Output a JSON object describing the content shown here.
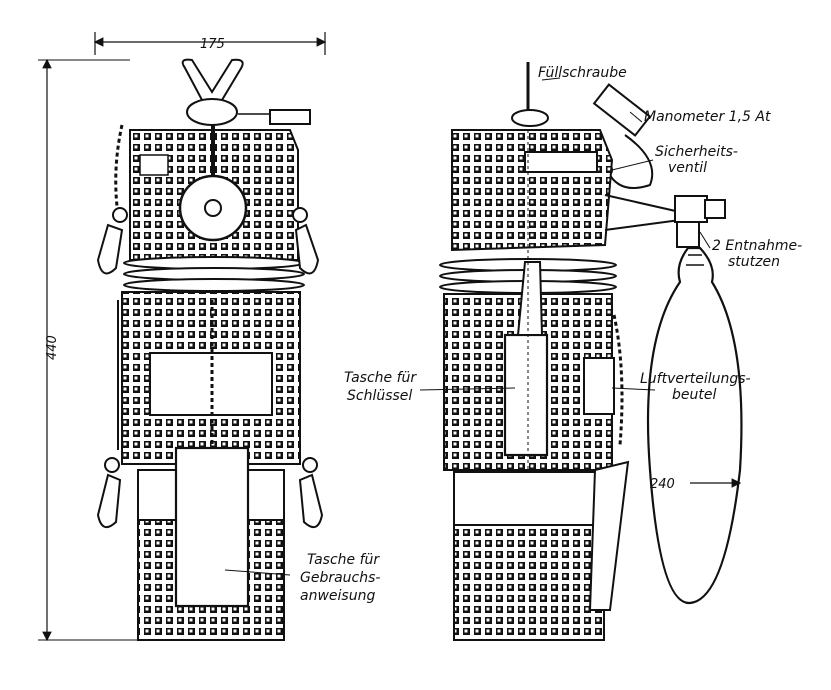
{
  "colors": {
    "ink": "#111111",
    "paper": "#ffffff"
  },
  "dimensions": {
    "width_top": "175",
    "height_left": "440",
    "bag_width": "240"
  },
  "labels": {
    "fuellschraube": "Füllschraube",
    "manometer": "Manometer 1,5 At",
    "sicherheitsventil_1": "Sicherheits-",
    "sicherheitsventil_2": "ventil",
    "entnahme_1": "2 Entnahme-",
    "entnahme_2": "stutzen",
    "tasche_schluessel_1": "Tasche für",
    "tasche_schluessel_2": "Schlüssel",
    "luftverteilung_1": "Luftverteilungs-",
    "luftverteilung_2": "beutel",
    "tasche_gebrauch_1": "Tasche für",
    "tasche_gebrauch_2": "Gebrauchs-",
    "tasche_gebrauch_3": "anweisung"
  }
}
